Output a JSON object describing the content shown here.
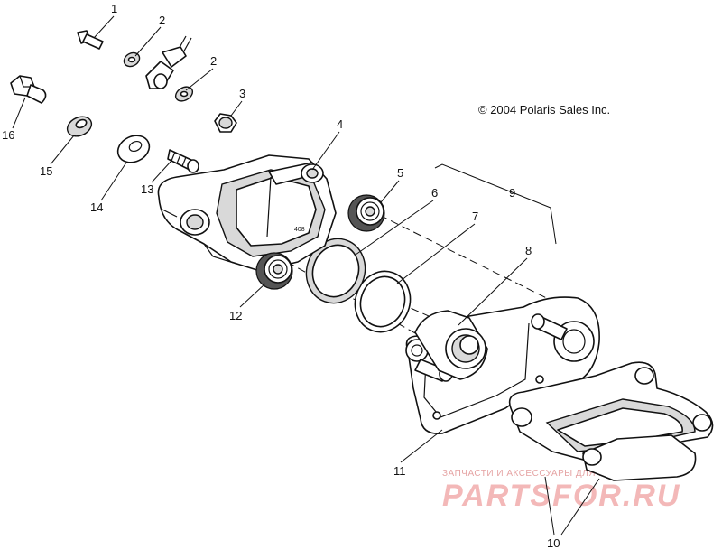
{
  "copyright": "© 2004 Polaris Sales Inc.",
  "part_stamp": "408",
  "callouts": [
    {
      "id": "1",
      "label": "1"
    },
    {
      "id": "2a",
      "label": "2"
    },
    {
      "id": "2b",
      "label": "2"
    },
    {
      "id": "3",
      "label": "3"
    },
    {
      "id": "4",
      "label": "4"
    },
    {
      "id": "5",
      "label": "5"
    },
    {
      "id": "6",
      "label": "6"
    },
    {
      "id": "7",
      "label": "7"
    },
    {
      "id": "8",
      "label": "8"
    },
    {
      "id": "9",
      "label": "9"
    },
    {
      "id": "10",
      "label": "10"
    },
    {
      "id": "11",
      "label": "11"
    },
    {
      "id": "12",
      "label": "12"
    },
    {
      "id": "13",
      "label": "13"
    },
    {
      "id": "14",
      "label": "14"
    },
    {
      "id": "15",
      "label": "15"
    },
    {
      "id": "16",
      "label": "16"
    }
  ],
  "watermark": {
    "tagline": "ЗАПЧАСТИ И АКСЕССУАРЫ ДЛЯ МОТОТЕХНИКИ",
    "brand": "PARTSFOR.RU",
    "color": "#f3b8b8"
  }
}
